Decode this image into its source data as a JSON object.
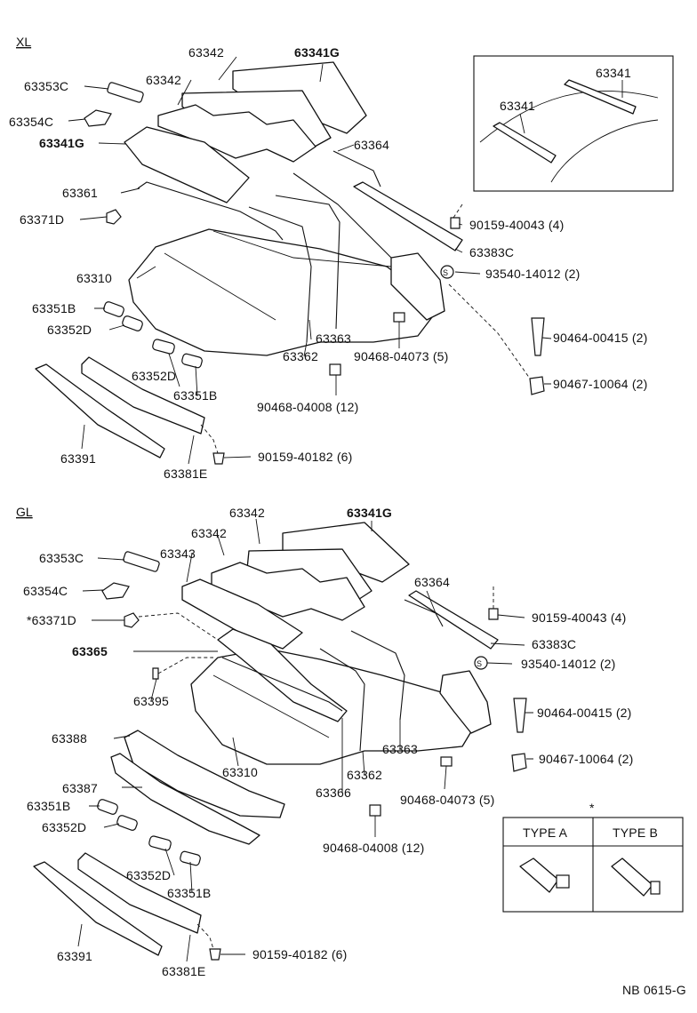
{
  "sections": {
    "xl": "XL",
    "gl": "GL"
  },
  "xl": {
    "p63342_top": "63342",
    "p63341g_top": "63341G",
    "p63342_b": "63342",
    "p63353c": "63353C",
    "p63354c": "63354C",
    "p63341g": "63341G",
    "p63364": "63364",
    "p63361": "63361",
    "p63371d": "63371D",
    "p90159_40043": "90159-40043 (4)",
    "p63383c": "63383C",
    "p93540_14012": "93540-14012 (2)",
    "p63310": "63310",
    "p63351b": "63351B",
    "p63352d": "63352D",
    "p63363": "63363",
    "p63362": "63362",
    "p90468_04073": "90468-04073 (5)",
    "p90464_00415": "90464-00415 (2)",
    "p90467_10064": "90467-10064 (2)",
    "p63352d_b": "63352D",
    "p63351b_b": "63351B",
    "p90468_04008": "90468-04008 (12)",
    "p63391": "63391",
    "p90159_40182": "90159-40182 (6)",
    "p63381e": "63381E",
    "inset_63341_a": "63341",
    "inset_63341_b": "63341"
  },
  "gl": {
    "p63342_top": "63342",
    "p63341g_top": "63341G",
    "p63342_b": "63342",
    "p63353c": "63353C",
    "p63343": "63343",
    "p63354c": "63354C",
    "p63371d": "*63371D",
    "p63364": "63364",
    "p90159_40043": "90159-40043 (4)",
    "p63383c": "63383C",
    "p63365": "63365",
    "p93540_14012": "93540-14012 (2)",
    "p63395": "63395",
    "p90464_00415": "90464-00415 (2)",
    "p63388": "63388",
    "p90467_10064": "90467-10064 (2)",
    "p63310": "63310",
    "p63362": "63362",
    "p63363": "63363",
    "p63387": "63387",
    "p63366": "63366",
    "p90468_04073": "90468-04073 (5)",
    "p63351b": "63351B",
    "p63352d": "63352D",
    "p90468_04008": "90468-04008 (12)",
    "p63352d_b": "63352D",
    "p63351b_b": "63351B",
    "p63391": "63391",
    "p90159_40182": "90159-40182 (6)",
    "p63381e": "63381E"
  },
  "type_table": {
    "marker": "*",
    "type_a": "TYPE A",
    "type_b": "TYPE B"
  },
  "footer_code": "NB 0615-G"
}
